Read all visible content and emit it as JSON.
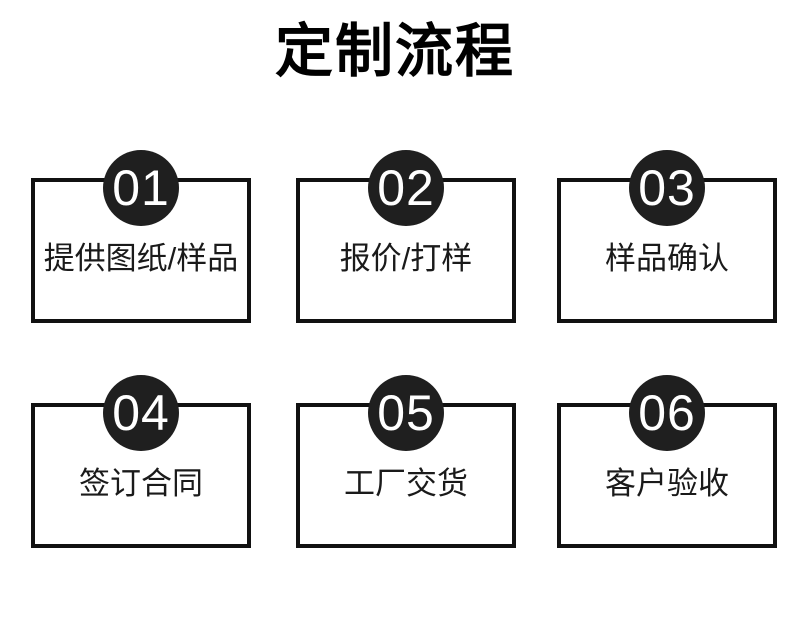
{
  "title": "定制流程",
  "steps": [
    {
      "number": "01",
      "label": "提供图纸/样品"
    },
    {
      "number": "02",
      "label": "报价/打样"
    },
    {
      "number": "03",
      "label": "样品确认"
    },
    {
      "number": "04",
      "label": "签订合同"
    },
    {
      "number": "05",
      "label": "工厂交货"
    },
    {
      "number": "06",
      "label": "客户验收"
    }
  ],
  "colors": {
    "background": "#ffffff",
    "title_text": "#000000",
    "box_border": "#111111",
    "badge": "#1f1f1f",
    "badge_text": "#ffffff",
    "label_text": "#1a1a1a"
  }
}
